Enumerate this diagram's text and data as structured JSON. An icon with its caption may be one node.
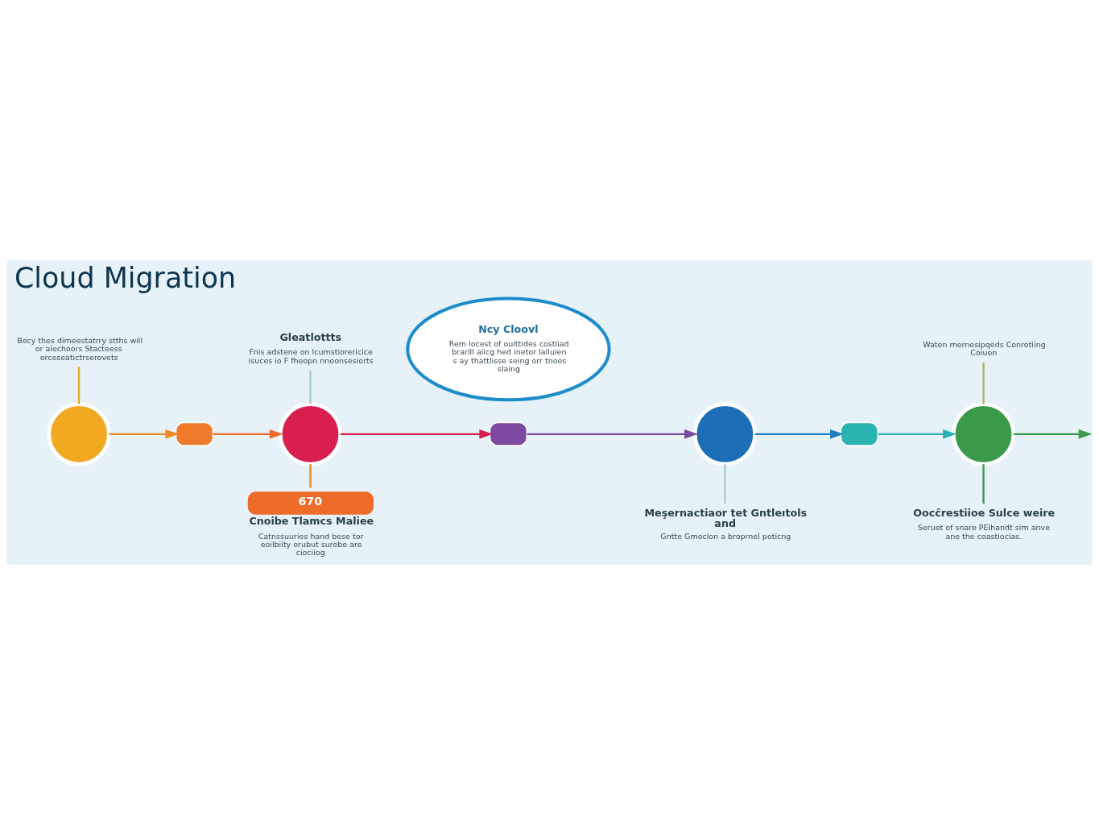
{
  "diagram": {
    "title": "Cloud Migration",
    "nodes": [
      {
        "text": [
          "Becy thes dimeestatrry stths will or alechoors Stacteess erceseatictrserovets"
        ]
      },
      {
        "text": [
          "Ncy Cloovl",
          "Rem locest of ouittides costliad brarlll aiicg hed inetor lalluien s ay thattlisse seing orr tnoes slaing"
        ]
      },
      {
        "text": [
          "Gleatlottts",
          "Fnis adstene on lcumstiorericice isuces io F fheopn nnoonsesiorts"
        ]
      },
      {
        "text": [
          "Waten mernesipqeds Conrotiing Coiuen"
        ]
      },
      {
        "text": [],
        "shape": "circle"
      },
      {
        "text": [],
        "shape": "box"
      },
      {
        "text": [],
        "shape": "circle"
      },
      {
        "text": [],
        "shape": "box"
      },
      {
        "text": [],
        "shape": "circle"
      },
      {
        "text": [],
        "shape": "box"
      },
      {
        "text": [],
        "shape": "circle"
      },
      {
        "text": [
          "670",
          "Cnoibe Tlamcs Maliee",
          "Catnssuuries hand bese tor eoilbiity orubut surebe are ciociiog"
        ]
      },
      {
        "text": [
          "Meşernactiaor tet Gntleıtols and",
          "Gntte Gmoclon a broprnel poticng"
        ]
      },
      {
        "text": [
          "Oocĉrestiioe Sulce weire",
          "Seruet of snare PElhandt sim anve ane the coastiocias."
        ]
      }
    ],
    "edges": [
      {
        "from": 4,
        "to": 5,
        "arrow": "to",
        "color": "#f08a24"
      },
      {
        "from": 5,
        "to": 6,
        "arrow": "to",
        "color": "#ef6b2a"
      },
      {
        "from": 6,
        "to": 7,
        "arrow": "to",
        "color": "#d81f4f"
      },
      {
        "from": 7,
        "to": 8,
        "arrow": "to",
        "color": "#7b4aa0"
      },
      {
        "from": 8,
        "to": 9,
        "arrow": "to",
        "color": "#1d7fc0"
      },
      {
        "from": 9,
        "to": 10,
        "arrow": "to",
        "color": "#2bb3b1"
      },
      {
        "from": 10,
        "to": null,
        "arrow": "to",
        "color": "#3a9a4a"
      },
      {
        "from": 0,
        "to": 4,
        "arrow": "none",
        "color": "#e8a830"
      },
      {
        "from": 2,
        "to": 6,
        "arrow": "none",
        "color": "#a8cfc8"
      },
      {
        "from": 3,
        "to": 10,
        "arrow": "none",
        "color": "#a8b860"
      },
      {
        "from": 6,
        "to": 11,
        "arrow": "none",
        "color": "#f08a24"
      },
      {
        "from": 8,
        "to": 12,
        "arrow": "none",
        "color": "#a8cfc8"
      },
      {
        "from": 10,
        "to": 13,
        "arrow": "none",
        "color": "#3a9a4a"
      }
    ]
  }
}
